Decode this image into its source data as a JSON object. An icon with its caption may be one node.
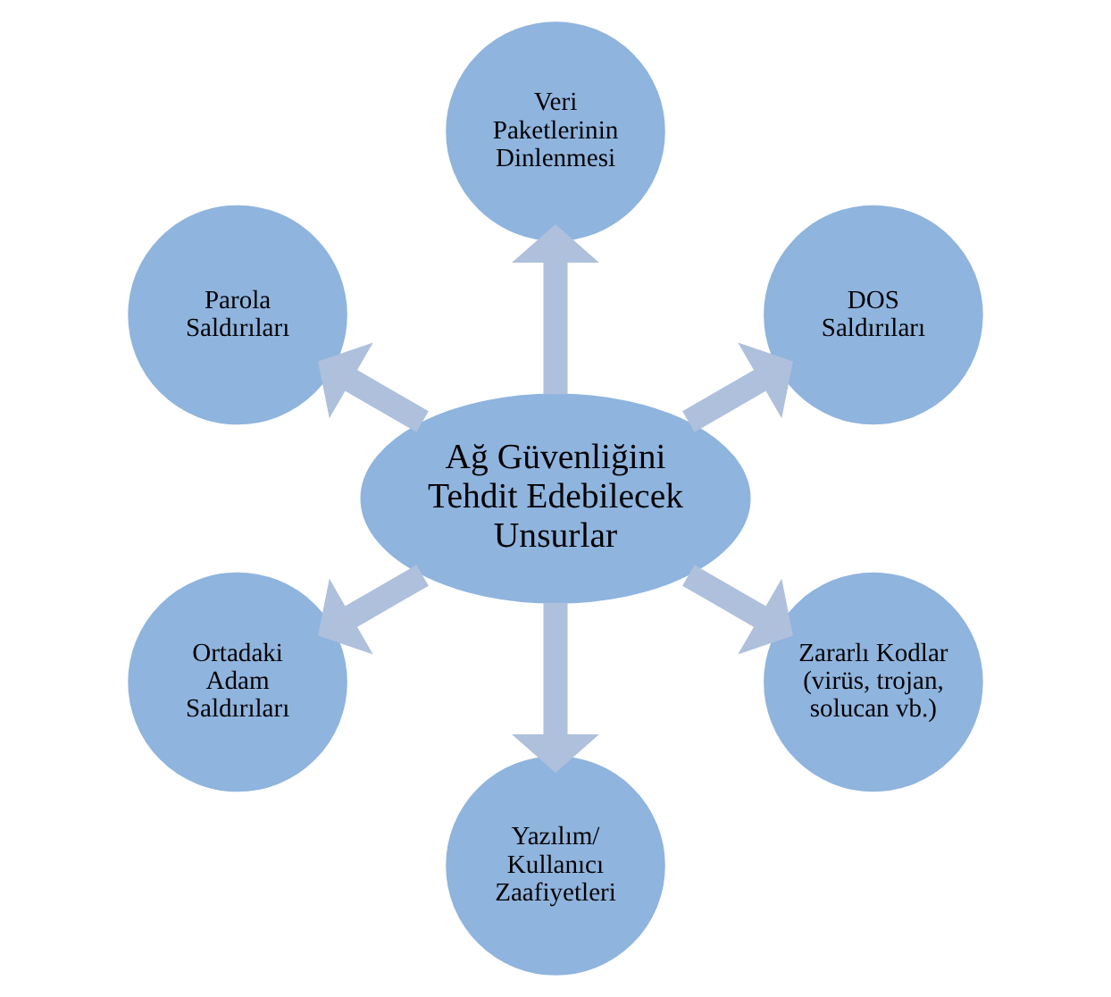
{
  "diagram": {
    "nodes": [
      {
        "text": [
          "Veri Paketlerinin Dinlenmesi"
        ]
      },
      {
        "text": [
          "Parola Saldırıları"
        ]
      },
      {
        "text": [
          "DOS Saldırıları"
        ]
      },
      {
        "text": [
          "Ağ Güvenliğini Tehdit Edebilecek Unsurlar"
        ]
      },
      {
        "text": [
          "Ortadaki Adam Saldırıları"
        ]
      },
      {
        "text": [
          "Zararlı Kodlar (virüs, trojan, solucan vb.)"
        ]
      },
      {
        "text": [
          "Yazılım/ Kullanıcı Zaafiyetleri"
        ]
      }
    ],
    "edges": [
      {
        "from": 3,
        "to": 0,
        "arrow": "to"
      },
      {
        "from": 3,
        "to": 2,
        "arrow": "to"
      },
      {
        "from": 3,
        "to": 5,
        "arrow": "to"
      },
      {
        "from": 3,
        "to": 6,
        "arrow": "to"
      },
      {
        "from": 3,
        "to": 4,
        "arrow": "to"
      },
      {
        "from": 3,
        "to": 1,
        "arrow": "to"
      }
    ]
  }
}
